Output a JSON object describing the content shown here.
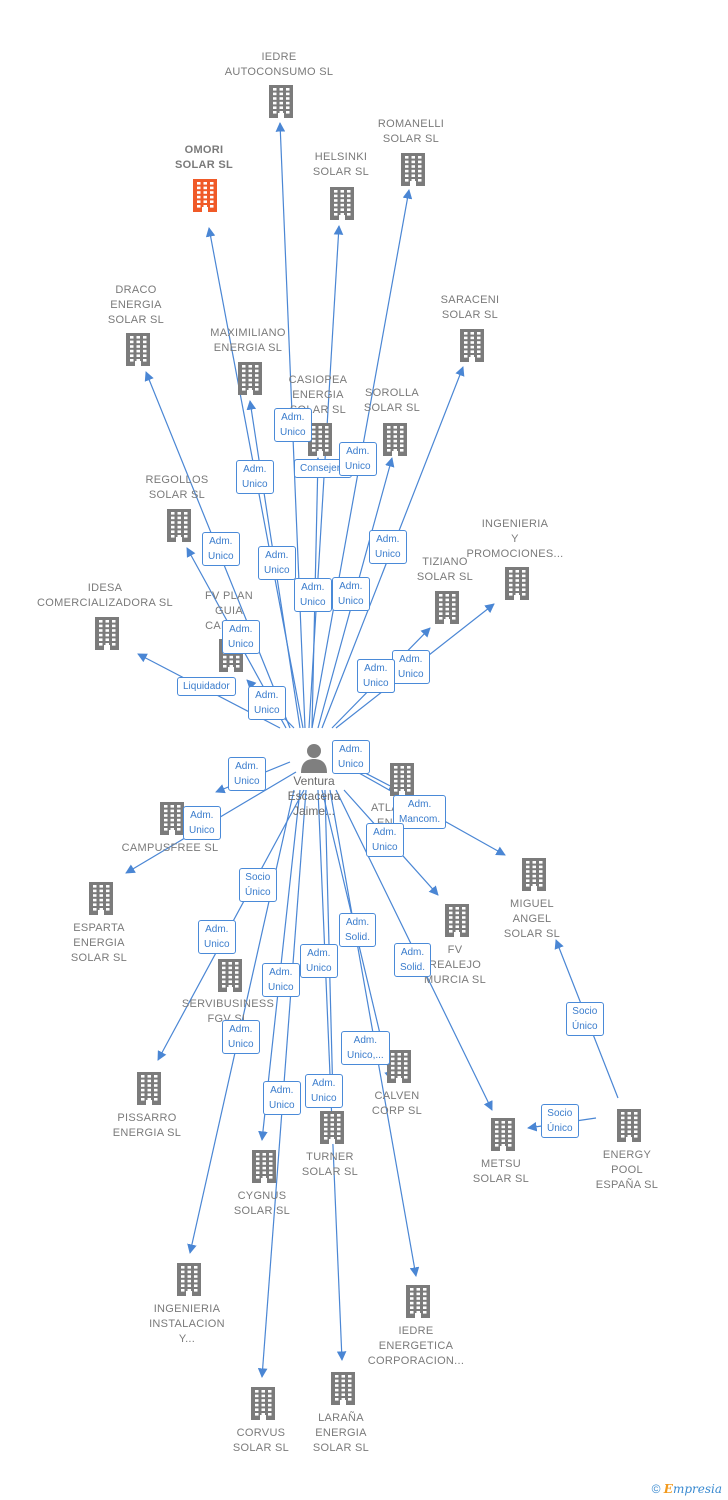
{
  "colors": {
    "edge": "#4a86d4",
    "building": "#7b7b7b",
    "highlight": "#f05a28",
    "person": "#7f7f7f"
  },
  "center": {
    "lines": [
      "Ventura",
      "Escacena",
      "Jaime..."
    ],
    "icon": "person-icon"
  },
  "companies": [
    {
      "id": "iedre-autoconsumo",
      "lines": [
        "IEDRE",
        "AUTOCONSUMO SL"
      ]
    },
    {
      "id": "omori",
      "lines": [
        "OMORI",
        "SOLAR SL"
      ],
      "highlight": true
    },
    {
      "id": "helsinki",
      "lines": [
        "HELSINKI",
        "SOLAR SL"
      ]
    },
    {
      "id": "romanelli",
      "lines": [
        "ROMANELLI",
        "SOLAR SL"
      ]
    },
    {
      "id": "draco",
      "lines": [
        "DRACO",
        "ENERGIA",
        "SOLAR SL"
      ]
    },
    {
      "id": "saraceni",
      "lines": [
        "SARACENI",
        "SOLAR SL"
      ]
    },
    {
      "id": "maximiliano",
      "lines": [
        "MAXIMILIANO",
        "ENERGIA SL"
      ]
    },
    {
      "id": "casiopea",
      "lines": [
        "CASIOPEA",
        "ENERGIA",
        "SOLAR SL"
      ]
    },
    {
      "id": "sorolla",
      "lines": [
        "SOROLLA",
        "SOLAR SL"
      ]
    },
    {
      "id": "regollos",
      "lines": [
        "REGOLLOS",
        "SOLAR SL"
      ]
    },
    {
      "id": "ingenieria-promociones",
      "lines": [
        "INGENIERIA",
        "Y",
        "PROMOCIONES..."
      ]
    },
    {
      "id": "tiziano",
      "lines": [
        "TIZIANO",
        "SOLAR SL"
      ]
    },
    {
      "id": "idesa",
      "lines": [
        "IDESA",
        "COMERCIALIZADORA SL"
      ]
    },
    {
      "id": "fv-plan-guia",
      "lines": [
        "FV PLAN",
        "GUIA",
        "CARTA..."
      ]
    },
    {
      "id": "atlas",
      "lines": [
        "ATLA...",
        "EN...",
        "SL"
      ]
    },
    {
      "id": "campusfree",
      "lines": [
        "CAMPUSFREE SL"
      ]
    },
    {
      "id": "miguel-angel",
      "lines": [
        "MIGUEL",
        "ANGEL",
        "SOLAR SL"
      ]
    },
    {
      "id": "esparta",
      "lines": [
        "ESPARTA",
        "ENERGIA",
        "SOLAR SL"
      ]
    },
    {
      "id": "fv-realejo",
      "lines": [
        "FV",
        "REALEJO",
        "MURCIA SL"
      ]
    },
    {
      "id": "servibusiness",
      "lines": [
        "SERVIBUSINESS",
        "FGV SL"
      ]
    },
    {
      "id": "pissarro",
      "lines": [
        "PISSARRO",
        "ENERGIA SL"
      ]
    },
    {
      "id": "calven",
      "lines": [
        "CALVEN",
        "CORP SL"
      ]
    },
    {
      "id": "energy-pool",
      "lines": [
        "ENERGY",
        "POOL",
        "ESPAÑA SL"
      ]
    },
    {
      "id": "metsu",
      "lines": [
        "METSU",
        "SOLAR SL"
      ]
    },
    {
      "id": "turner",
      "lines": [
        "TURNER",
        "SOLAR SL"
      ]
    },
    {
      "id": "cygnus",
      "lines": [
        "CYGNUS",
        "SOLAR SL"
      ]
    },
    {
      "id": "ingenieria-instalacion",
      "lines": [
        "INGENIERIA",
        "INSTALACION",
        "Y..."
      ]
    },
    {
      "id": "iedre-energetica",
      "lines": [
        "IEDRE",
        "ENERGETICA",
        "CORPORACION..."
      ]
    },
    {
      "id": "corvus",
      "lines": [
        "CORVUS",
        "SOLAR SL"
      ]
    },
    {
      "id": "larana",
      "lines": [
        "LARAÑA",
        "ENERGIA",
        "SOLAR SL"
      ]
    }
  ],
  "edge_labels": [
    [
      "Adm.",
      "Unico"
    ],
    [
      "Adm.",
      "Unico"
    ],
    [
      "Consejero"
    ],
    [
      "Adm.",
      "Unico"
    ],
    [
      "Adm.",
      "Unico"
    ],
    [
      "Adm.",
      "Unico"
    ],
    [
      "Adm.",
      "Unico"
    ],
    [
      "Adm.",
      "Unico"
    ],
    [
      "Adm.",
      "Unico"
    ],
    [
      "Adm.",
      "Unico"
    ],
    [
      "Adm.",
      "Unico"
    ],
    [
      "Liquidador"
    ],
    [
      "Adm.",
      "Unico"
    ],
    [
      "Adm.",
      "Unico"
    ],
    [
      "Adm.",
      "Unico"
    ],
    [
      "Adm.",
      "Unico"
    ],
    [
      "Adm.",
      "Unico"
    ],
    [
      "Adm.",
      "Mancom."
    ],
    [
      "Adm.",
      "Unico"
    ],
    [
      "Socio",
      "Único"
    ],
    [
      "Adm.",
      "Unico"
    ],
    [
      "Adm.",
      "Solid."
    ],
    [
      "Adm.",
      "Unico"
    ],
    [
      "Adm.",
      "Unico"
    ],
    [
      "Adm.",
      "Solid."
    ],
    [
      "Adm.",
      "Unico"
    ],
    [
      "Adm.",
      "Unico,..."
    ],
    [
      "Adm.",
      "Unico"
    ],
    [
      "Adm.",
      "Unico"
    ],
    [
      "Socio",
      "Único"
    ],
    [
      "Socio",
      "Único"
    ],
    [
      "Adm.",
      "Unico"
    ]
  ],
  "footer": {
    "copyright": "©",
    "brand_initial": "E",
    "brand_rest": "mpresia"
  }
}
